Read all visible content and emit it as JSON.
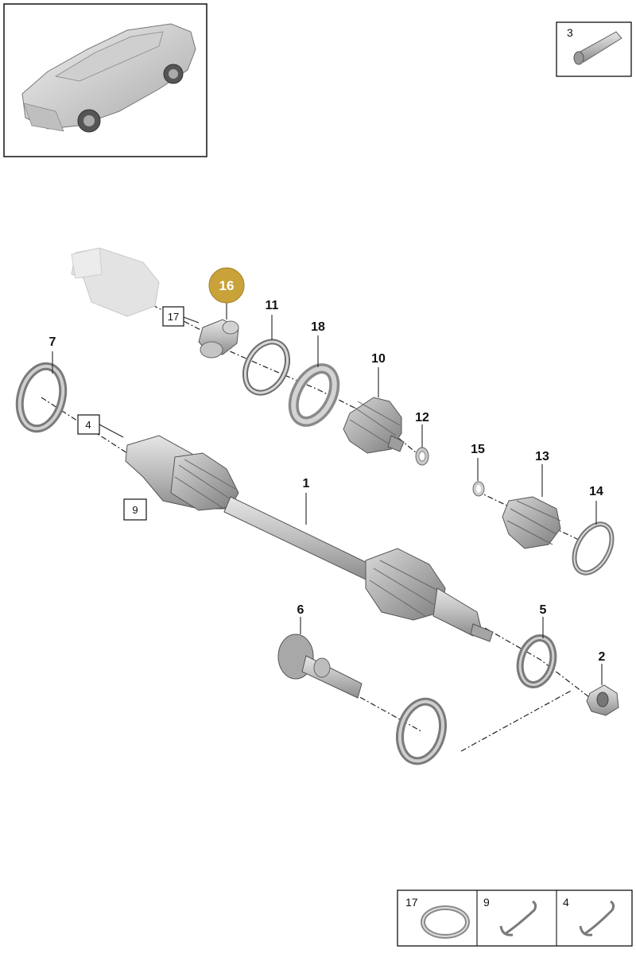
{
  "diagram": {
    "vehicle_thumbnail": "car-illustration",
    "highlight_color": "#c9a33a",
    "grease_tube_label": "3",
    "highlighted_part": "16",
    "callouts": [
      "1",
      "2",
      "5",
      "6",
      "7",
      "10",
      "11",
      "12",
      "13",
      "14",
      "15",
      "18"
    ],
    "boxed_refs": [
      "17",
      "4",
      "9"
    ],
    "legend": [
      "17",
      "9",
      "4"
    ]
  }
}
